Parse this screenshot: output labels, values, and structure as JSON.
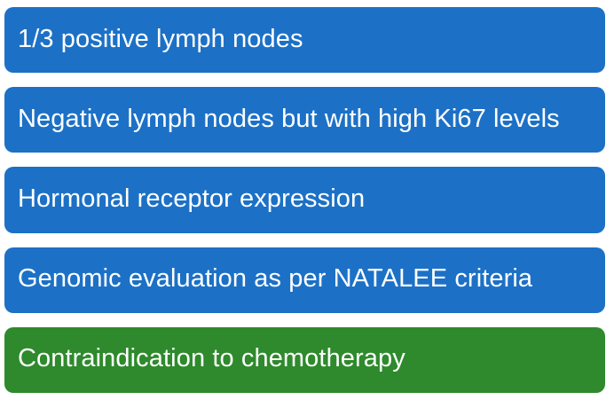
{
  "page": {
    "background_color": "#ffffff",
    "title": "Treatment decision criteria list"
  },
  "colors": {
    "blue": "#1c71c6",
    "green": "#2e8a2c",
    "text": "#ffffff"
  },
  "criteria": [
    {
      "label": "1/3 positive lymph nodes",
      "color_key": "blue",
      "color": "#1c71c6"
    },
    {
      "label": "Negative lymph nodes but with high Ki67 levels",
      "color_key": "blue",
      "color": "#1c71c6"
    },
    {
      "label": "Hormonal receptor expression",
      "color_key": "blue",
      "color": "#1c71c6"
    },
    {
      "label": "Genomic evaluation as per NATALEE criteria",
      "color_key": "blue",
      "color": "#1c71c6"
    },
    {
      "label": "Contraindication to chemotherapy",
      "color_key": "green",
      "color": "#2e8a2c"
    }
  ]
}
